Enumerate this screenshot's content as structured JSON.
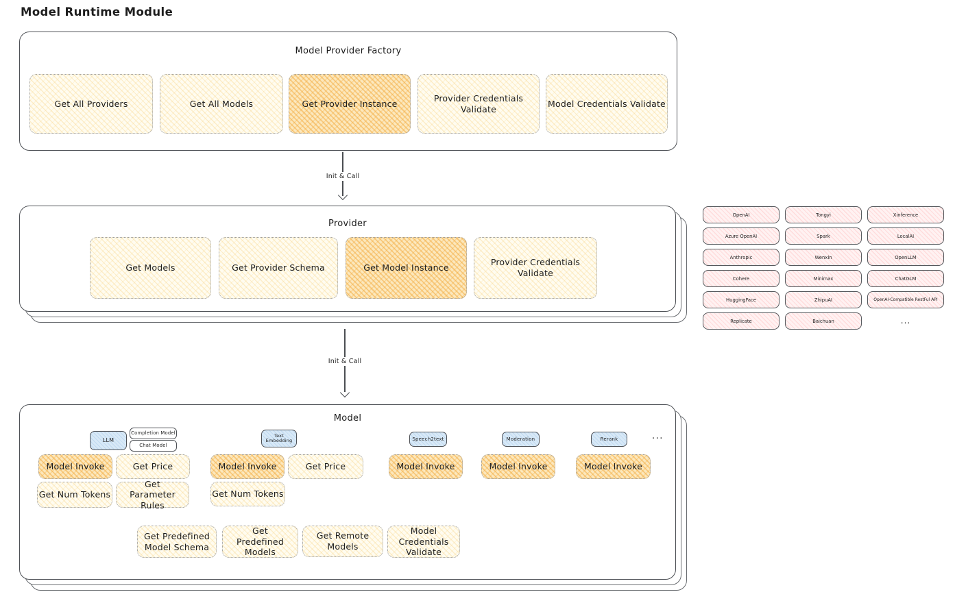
{
  "page": {
    "title": "Model Runtime Module"
  },
  "colors": {
    "highlight_fill": "#f6c267",
    "soft_fill": "#fff9e6",
    "chip_blue": "#d8e9f7",
    "provider_pink": "#ffecec",
    "card_border": "#4e5156",
    "text": "#1d1d1d"
  },
  "factory": {
    "title": "Model Provider Factory",
    "buttons": [
      {
        "label": "Get All Providers",
        "highlighted": false
      },
      {
        "label": "Get All Models",
        "highlighted": false
      },
      {
        "label": "Get Provider Instance",
        "highlighted": true
      },
      {
        "label": "Provider Credentials Validate",
        "highlighted": false
      },
      {
        "label": "Model Credentials Validate",
        "highlighted": false
      }
    ]
  },
  "arrow1": {
    "label": "Init & Call"
  },
  "arrow2": {
    "label": "Init & Call"
  },
  "provider": {
    "title": "Provider",
    "buttons": [
      {
        "label": "Get Models",
        "highlighted": false
      },
      {
        "label": "Get Provider Schema",
        "highlighted": false
      },
      {
        "label": "Get Model Instance",
        "highlighted": true
      },
      {
        "label": "Provider Credentials Validate",
        "highlighted": false
      }
    ]
  },
  "providers_grid": {
    "rows": [
      [
        "OpenAI",
        "Tongyi",
        "Xinference"
      ],
      [
        "Azure OpenAI",
        "Spark",
        "LocalAI"
      ],
      [
        "Anthropic",
        "Wenxin",
        "OpenLLM"
      ],
      [
        "Cohere",
        "Minimax",
        "ChatGLM"
      ],
      [
        "HuggingFace",
        "ZhipuAI",
        "OpenAI-Compatible RestFul API"
      ],
      [
        "Replicate",
        "Baichuan",
        "..."
      ]
    ]
  },
  "model": {
    "title": "Model",
    "chips": {
      "llm": "LLM",
      "completion_model": "Completion Model",
      "chat_model": "Chat Model",
      "text_embedding": "Text Embedding",
      "speech2text": "Speech2text",
      "moderation": "Moderation",
      "rerank": "Rerank",
      "more": "..."
    },
    "buttons": {
      "llm_model_invoke": "Model Invoke",
      "llm_get_price": "Get Price",
      "llm_get_num_tokens": "Get Num Tokens",
      "llm_get_parameter_rules": "Get Parameter Rules",
      "embedding_model_invoke": "Model Invoke",
      "embedding_get_price": "Get Price",
      "embedding_get_num_tokens": "Get Num Tokens",
      "speech2text_model_invoke": "Model Invoke",
      "moderation_model_invoke": "Model Invoke",
      "rerank_model_invoke": "Model Invoke",
      "get_predefined_model_schema": "Get Predefined Model Schema",
      "get_predefined_models": "Get Predefined Models",
      "get_remote_models": "Get Remote Models",
      "model_credentials_validate": "Model Credentials Validate"
    }
  }
}
